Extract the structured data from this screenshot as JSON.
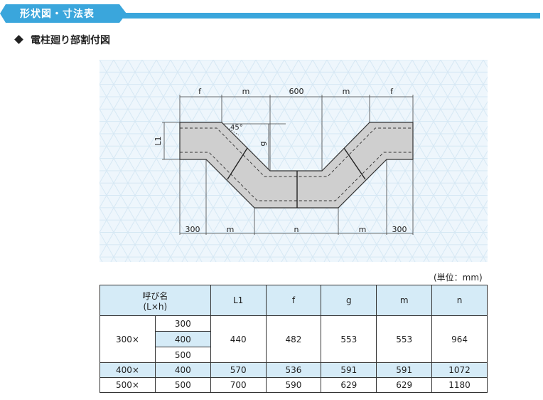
{
  "header": {
    "title": "形状図・寸法表"
  },
  "subtitle": "電柱廻り部割付図",
  "drawing": {
    "top_dims": [
      "f",
      "m",
      "600",
      "m",
      "f"
    ],
    "bottom_dims": [
      "300",
      "m",
      "n",
      "m",
      "300"
    ],
    "left_dim": "L1",
    "g_dim": "g",
    "angle": "45°"
  },
  "unit_note": "(単位：mm)",
  "table": {
    "header_name": "呼び名",
    "header_name_sub": "(L×h)",
    "columns": [
      "L1",
      "f",
      "g",
      "m",
      "n"
    ],
    "group_300": {
      "label": "300×",
      "h_values": [
        "300",
        "400",
        "500"
      ],
      "values": [
        "440",
        "482",
        "553",
        "553",
        "964"
      ]
    },
    "rows": [
      {
        "L": "400×",
        "h": "400",
        "values": [
          "570",
          "536",
          "591",
          "591",
          "1072"
        ]
      },
      {
        "L": "500×",
        "h": "500",
        "values": [
          "700",
          "590",
          "629",
          "629",
          "1180"
        ]
      }
    ]
  }
}
